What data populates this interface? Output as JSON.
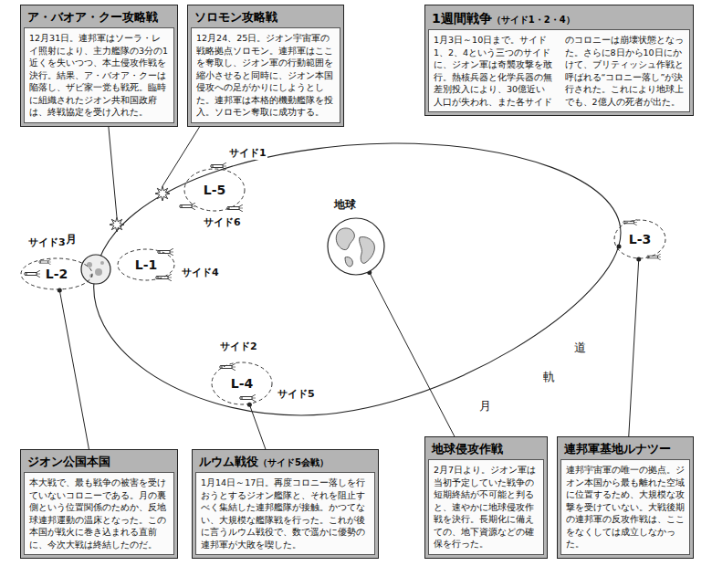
{
  "diagram": {
    "nodes": [
      {
        "text": [
          "ア・バオア・クー攻略戦",
          "12月31日。連邦軍はソーラ・レイ照射により、主力艦隊の3分の1近くを失いつつ、本土侵攻作戦を決行。結果、ア・バオア・クーは陥落し、ザビ家一党も戦死。臨時に組織されたジオン共和国政府は、終戦協定を受け入れた。"
        ]
      },
      {
        "text": [
          "ソロモン攻略戦",
          "12月24、25日。ジオン宇宙軍の戦略拠点ソロモン。連邦軍はここを奪取し、ジオン軍の行動範囲を縮小させると同時に、ジオン本国侵攻への足がかりにしようとした。連邦軍は本格的機動艦隊を投入。ソロモン奪取に成功する。"
        ]
      },
      {
        "text": [
          "1週間戦争",
          "（サイド1・2・4）",
          "1月3日～10日まで。サイド1、2、4という三つのサイドに、ジオン軍は奇襲攻撃を敢行。熱核兵器と化学兵器の無差別投入により、30億近い人口が失われ、また各サイドのコロニーは崩壊状態となった。さらに8日から10日にかけて、ブリティッシュ作戦と呼ばれる“コロニー落し”が決行された。これにより地球上でも、2億人の死者が出た。"
        ]
      },
      {
        "text": [
          "L-5"
        ]
      },
      {
        "text": [
          "月"
        ]
      },
      {
        "text": [
          "L-2"
        ]
      },
      {
        "text": [
          "L-1"
        ]
      },
      {
        "text": [
          "地球"
        ]
      },
      {
        "text": [
          "L-3"
        ]
      },
      {
        "text": [
          "L-4"
        ]
      },
      {
        "text": [
          "ジオン公国本国",
          "本大戦で、最も戦争の被害を受けていないコロニーである。月の裏側という位置関係のためか、反地球連邦運動の温床となった。この本国が戦火に巻き込まれる直前に、今次大戦は終結したのだ。"
        ]
      },
      {
        "text": [
          "ルウム戦役",
          "（サイド5会戦）",
          "1月14日～17日。再度コロニー落しを行おうとするジオン艦隊と、それを阻止すべく集結した連邦艦隊が接触。かつてない、大規模な艦隊戦を行った。これが後に言うルウム戦役で、数で遥かに優勢の連邦軍が大敗を喫した。"
        ]
      },
      {
        "text": [
          "地球侵攻作戦",
          "2月7日より。ジオン軍は当初予定していた戦争の短期終結が不可能と判ると、速やかに地球侵攻作戦を決行。長期化に備えての、地下資源などの確保を行った。"
        ]
      },
      {
        "text": [
          "連邦軍基地ルナツー",
          "連邦宇宙軍の唯一の拠点。ジオン本国から最も離れた空域に位置するため、大規模な攻撃を受けていない。大戦後期の連邦軍の反攻作戦は、ここをなくしては成立しなかった。"
        ]
      }
    ],
    "edges": [
      {
        "from": 5,
        "to": 10,
        "arrow": "none"
      },
      {
        "from": 9,
        "to": 11,
        "arrow": "none"
      },
      {
        "from": 7,
        "to": 12,
        "arrow": "none"
      },
      {
        "from": 8,
        "to": 13,
        "arrow": "none"
      }
    ],
    "labels": [
      "サイド1",
      "サイド6",
      "サイド3",
      "サイド4",
      "サイド2",
      "サイド5",
      "道",
      "軌",
      "月"
    ]
  }
}
